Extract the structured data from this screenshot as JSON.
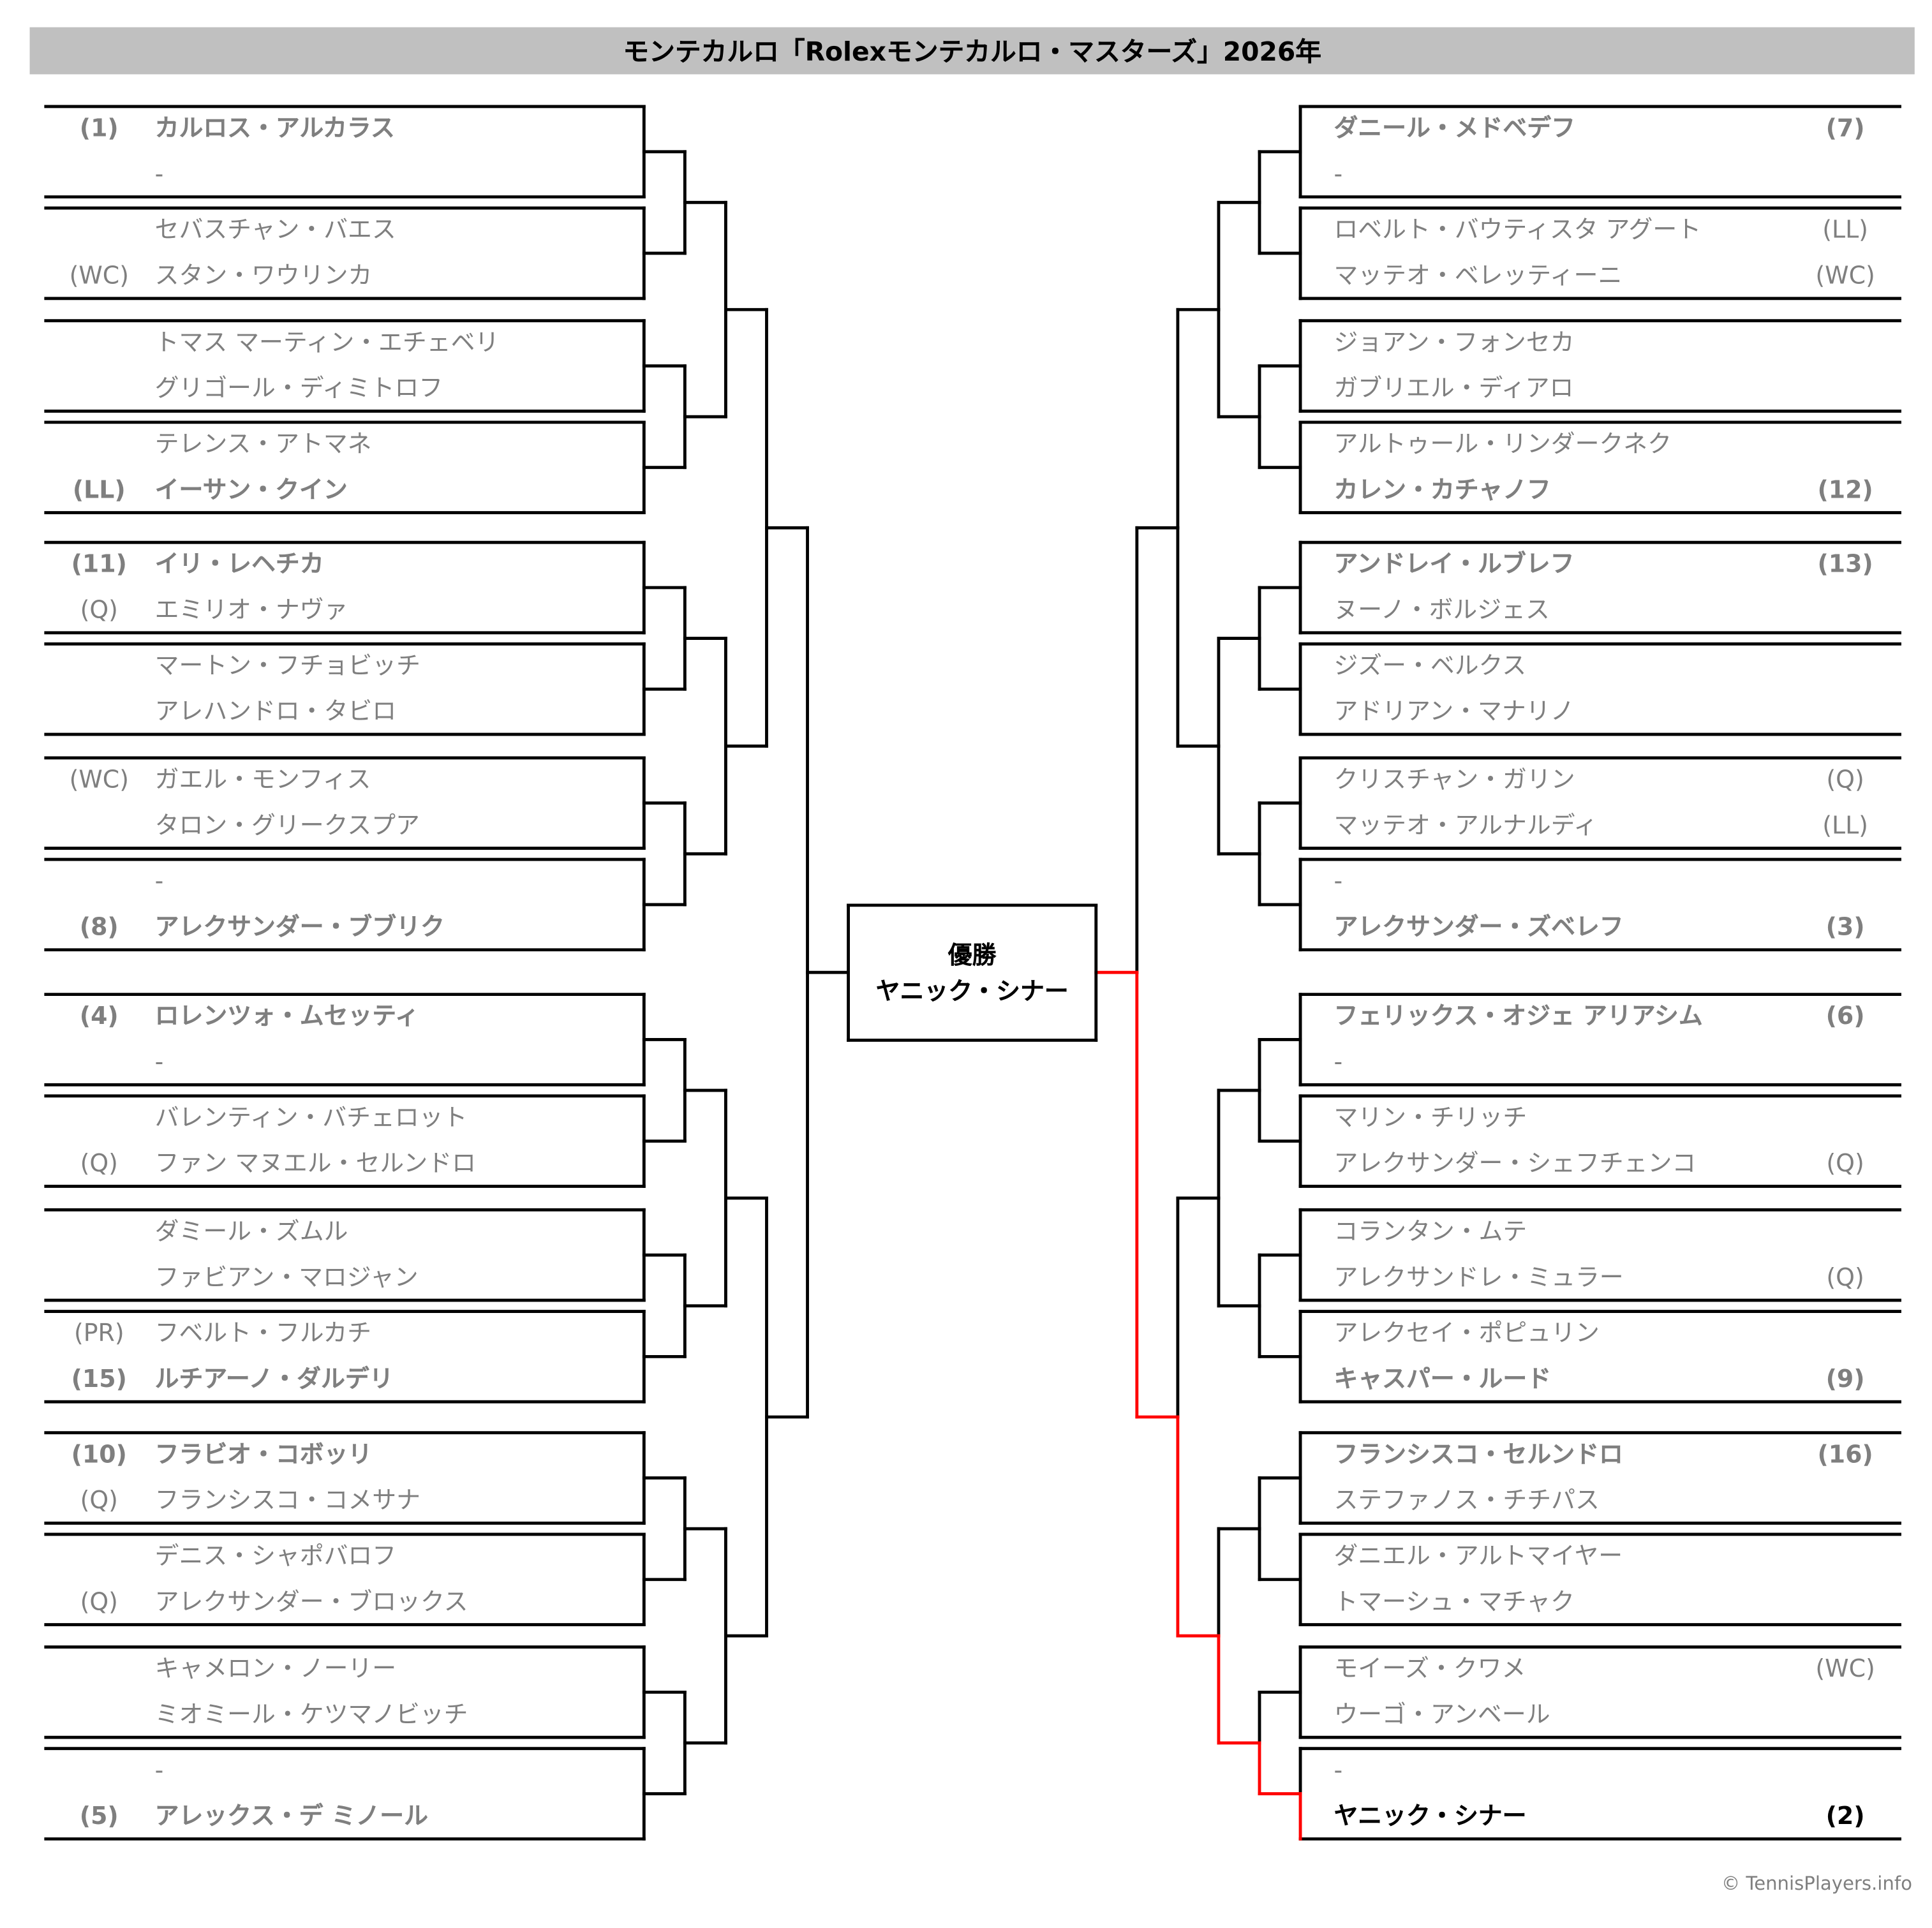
{
  "title": "モンテカルロ「Rolexモンテカルロ・マスターズ」2026年",
  "champion": {
    "label": "優勝",
    "name": "ヤニック・シナー"
  },
  "copyright": "© TennisPlayers.info",
  "colors": {
    "line": "#000000",
    "winner_path": "#ff0000",
    "text": "#7f7f7f",
    "title_bg": "#c0c0c0"
  },
  "left": [
    [
      {
        "seed": "(1)",
        "name": "カルロス・アルカラス",
        "bold": true
      },
      {
        "seed": "",
        "name": "-"
      }
    ],
    [
      {
        "seed": "",
        "name": "セバスチャン・バエス"
      },
      {
        "seed": "(WC)",
        "name": "スタン・ワウリンカ"
      }
    ],
    [
      {
        "seed": "",
        "name": "トマス マーティン・エチェベリ"
      },
      {
        "seed": "",
        "name": "グリゴール・ディミトロフ"
      }
    ],
    [
      {
        "seed": "",
        "name": "テレンス・アトマネ"
      },
      {
        "seed": "(LL)",
        "name": "イーサン・クイン",
        "bold": true
      }
    ],
    [
      {
        "seed": "(11)",
        "name": "イリ・レヘチカ",
        "bold": true
      },
      {
        "seed": "(Q)",
        "name": "エミリオ・ナヴァ"
      }
    ],
    [
      {
        "seed": "",
        "name": "マートン・フチョビッチ"
      },
      {
        "seed": "",
        "name": "アレハンドロ・タビロ"
      }
    ],
    [
      {
        "seed": "(WC)",
        "name": "ガエル・モンフィス"
      },
      {
        "seed": "",
        "name": "タロン・グリークスプア"
      }
    ],
    [
      {
        "seed": "",
        "name": "-"
      },
      {
        "seed": "(8)",
        "name": "アレクサンダー・ブブリク",
        "bold": true
      }
    ],
    [
      {
        "seed": "(4)",
        "name": "ロレンツォ・ムセッティ",
        "bold": true
      },
      {
        "seed": "",
        "name": "-"
      }
    ],
    [
      {
        "seed": "",
        "name": "バレンティン・バチェロット"
      },
      {
        "seed": "(Q)",
        "name": "ファン マヌエル・セルンドロ"
      }
    ],
    [
      {
        "seed": "",
        "name": "ダミール・ズムル"
      },
      {
        "seed": "",
        "name": "ファビアン・マロジャン"
      }
    ],
    [
      {
        "seed": "(PR)",
        "name": "フベルト・フルカチ"
      },
      {
        "seed": "(15)",
        "name": "ルチアーノ・ダルデリ",
        "bold": true
      }
    ],
    [
      {
        "seed": "(10)",
        "name": "フラビオ・コボッリ",
        "bold": true
      },
      {
        "seed": "(Q)",
        "name": "フランシスコ・コメサナ"
      }
    ],
    [
      {
        "seed": "",
        "name": "デニス・シャポバロフ"
      },
      {
        "seed": "(Q)",
        "name": "アレクサンダー・ブロックス"
      }
    ],
    [
      {
        "seed": "",
        "name": "キャメロン・ノーリー"
      },
      {
        "seed": "",
        "name": "ミオミール・ケツマノビッチ"
      }
    ],
    [
      {
        "seed": "",
        "name": "-"
      },
      {
        "seed": "(5)",
        "name": "アレックス・デ ミノール",
        "bold": true
      }
    ]
  ],
  "right": [
    [
      {
        "seed": "(7)",
        "name": "ダニール・メドベデフ",
        "bold": true
      },
      {
        "seed": "",
        "name": "-"
      }
    ],
    [
      {
        "seed": "(LL)",
        "name": "ロベルト・バウティスタ アグート"
      },
      {
        "seed": "(WC)",
        "name": "マッテオ・ベレッティーニ"
      }
    ],
    [
      {
        "seed": "",
        "name": "ジョアン・フォンセカ"
      },
      {
        "seed": "",
        "name": "ガブリエル・ディアロ"
      }
    ],
    [
      {
        "seed": "",
        "name": "アルトゥール・リンダークネク"
      },
      {
        "seed": "(12)",
        "name": "カレン・カチャノフ",
        "bold": true
      }
    ],
    [
      {
        "seed": "(13)",
        "name": "アンドレイ・ルブレフ",
        "bold": true
      },
      {
        "seed": "",
        "name": "ヌーノ・ボルジェス"
      }
    ],
    [
      {
        "seed": "",
        "name": "ジズー・ベルクス"
      },
      {
        "seed": "",
        "name": "アドリアン・マナリノ"
      }
    ],
    [
      {
        "seed": "(Q)",
        "name": "クリスチャン・ガリン"
      },
      {
        "seed": "(LL)",
        "name": "マッテオ・アルナルディ"
      }
    ],
    [
      {
        "seed": "",
        "name": "-"
      },
      {
        "seed": "(3)",
        "name": "アレクサンダー・ズベレフ",
        "bold": true
      }
    ],
    [
      {
        "seed": "(6)",
        "name": "フェリックス・オジェ アリアシム",
        "bold": true
      },
      {
        "seed": "",
        "name": "-"
      }
    ],
    [
      {
        "seed": "",
        "name": "マリン・チリッチ"
      },
      {
        "seed": "(Q)",
        "name": "アレクサンダー・シェフチェンコ"
      }
    ],
    [
      {
        "seed": "",
        "name": "コランタン・ムテ"
      },
      {
        "seed": "(Q)",
        "name": "アレクサンドレ・ミュラー"
      }
    ],
    [
      {
        "seed": "",
        "name": "アレクセイ・ポピュリン"
      },
      {
        "seed": "(9)",
        "name": "キャスパー・ルード",
        "bold": true
      }
    ],
    [
      {
        "seed": "(16)",
        "name": "フランシスコ・セルンドロ",
        "bold": true
      },
      {
        "seed": "",
        "name": "ステファノス・チチパス"
      }
    ],
    [
      {
        "seed": "",
        "name": "ダニエル・アルトマイヤー"
      },
      {
        "seed": "",
        "name": "トマーシュ・マチャク"
      }
    ],
    [
      {
        "seed": "(WC)",
        "name": "モイーズ・クワメ"
      },
      {
        "seed": "",
        "name": "ウーゴ・アンベール"
      }
    ],
    [
      {
        "seed": "",
        "name": "-"
      },
      {
        "seed": "(2)",
        "name": "ヤニック・シナー",
        "bold": true,
        "winner": true
      }
    ]
  ]
}
